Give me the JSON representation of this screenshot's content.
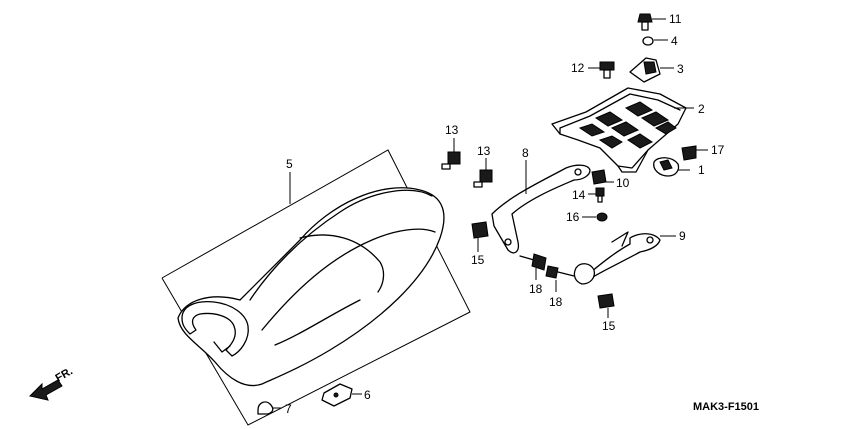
{
  "diagram": {
    "code": "MAK3-F1501",
    "direction_label": "FR.",
    "callouts": [
      {
        "id": "c1",
        "label": "1"
      },
      {
        "id": "c2",
        "label": "2"
      },
      {
        "id": "c3",
        "label": "3"
      },
      {
        "id": "c4",
        "label": "4"
      },
      {
        "id": "c5",
        "label": "5"
      },
      {
        "id": "c6",
        "label": "6"
      },
      {
        "id": "c7",
        "label": "7"
      },
      {
        "id": "c8",
        "label": "8"
      },
      {
        "id": "c9",
        "label": "9"
      },
      {
        "id": "c10",
        "label": "10"
      },
      {
        "id": "c11",
        "label": "11"
      },
      {
        "id": "c12",
        "label": "12"
      },
      {
        "id": "c13a",
        "label": "13"
      },
      {
        "id": "c13b",
        "label": "13"
      },
      {
        "id": "c14",
        "label": "14"
      },
      {
        "id": "c15a",
        "label": "15"
      },
      {
        "id": "c15b",
        "label": "15"
      },
      {
        "id": "c16",
        "label": "16"
      },
      {
        "id": "c17",
        "label": "17"
      },
      {
        "id": "c18a",
        "label": "18"
      },
      {
        "id": "c18b",
        "label": "18"
      }
    ]
  }
}
